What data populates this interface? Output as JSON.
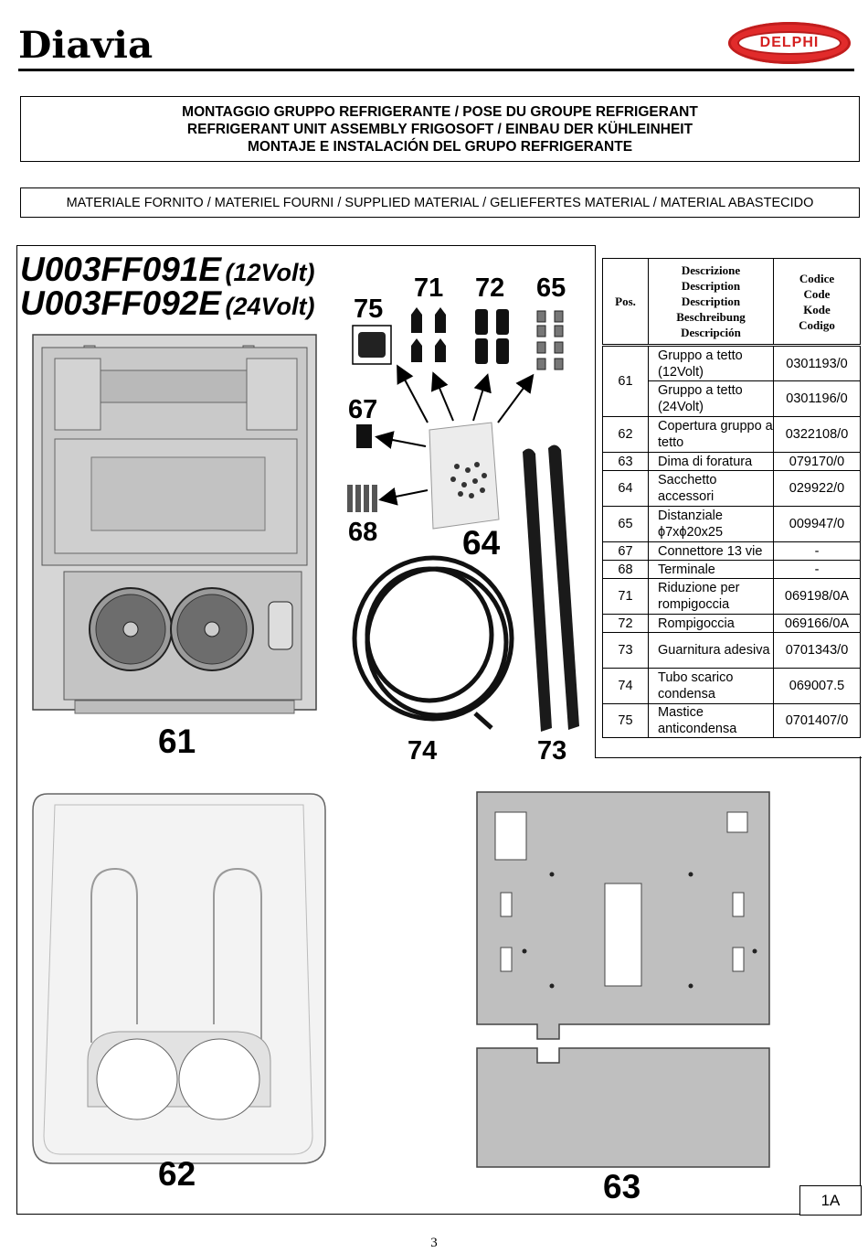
{
  "header": {
    "brand_left": "Diavia",
    "brand_right": "DELPHI"
  },
  "title": {
    "line1": "MONTAGGIO GRUPPO REFRIGERANTE / POSE DU GROUPE REFRIGERANT",
    "line2": "REFRIGERANT UNIT ASSEMBLY FRIGOSOFT / EINBAU DER KÜHLEINHEIT",
    "line3": "MONTAJE E INSTALACIÓN DEL GRUPO REFRIGERANTE"
  },
  "supplied_material": "MATERIALE FORNITO / MATERIEL FOURNI / SUPPLIED MATERIAL / GELIEFERTES MATERIAL / MATERIAL ABASTECIDO",
  "models": [
    {
      "code": "U003FF091E",
      "voltage": "(12Volt)"
    },
    {
      "code": "U003FF092E",
      "voltage": "(24Volt)"
    }
  ],
  "callouts": {
    "c75": "75",
    "c71": "71",
    "c72": "72",
    "c65": "65",
    "c67": "67",
    "c68": "68",
    "c64": "64",
    "c61": "61",
    "c74": "74",
    "c73": "73",
    "c62": "62",
    "c63": "63"
  },
  "parts_table": {
    "header": {
      "pos": "Pos.",
      "description": [
        "Descrizione",
        "Description",
        "Description",
        "Beschreibung",
        "Descripción"
      ],
      "code": [
        "Codice",
        "Code",
        "Kode",
        "Codigo"
      ]
    },
    "rows": [
      {
        "pos": "61",
        "desc": "Gruppo a tetto (12Volt)",
        "code": "0301193/0"
      },
      {
        "pos": "",
        "desc": "Gruppo a tetto (24Volt)",
        "code": "0301196/0"
      },
      {
        "pos": "62",
        "desc": "Copertura gruppo a tetto",
        "code": "0322108/0"
      },
      {
        "pos": "63",
        "desc": "Dima di foratura",
        "code": "079170/0"
      },
      {
        "pos": "64",
        "desc": "Sacchetto accessori",
        "code": "029922/0"
      },
      {
        "pos": "65",
        "desc": "Distanziale ϕ7xϕ20x25",
        "code": "009947/0"
      },
      {
        "pos": "67",
        "desc": "Connettore 13 vie",
        "code": "-"
      },
      {
        "pos": "68",
        "desc": "Terminale",
        "code": "-"
      },
      {
        "pos": "71",
        "desc": "Riduzione per rompigoccia",
        "code": "069198/0A"
      },
      {
        "pos": "72",
        "desc": "Rompigoccia",
        "code": "069166/0A"
      },
      {
        "pos": "73",
        "desc": "Guarnitura adesiva",
        "code": "0701343/0"
      },
      {
        "pos": "74",
        "desc": "Tubo scarico condensa",
        "code": "069007.5"
      },
      {
        "pos": "75",
        "desc": "Mastice anticondensa",
        "code": "0701407/0"
      }
    ]
  },
  "page_marker": "1A",
  "page_number": "3"
}
